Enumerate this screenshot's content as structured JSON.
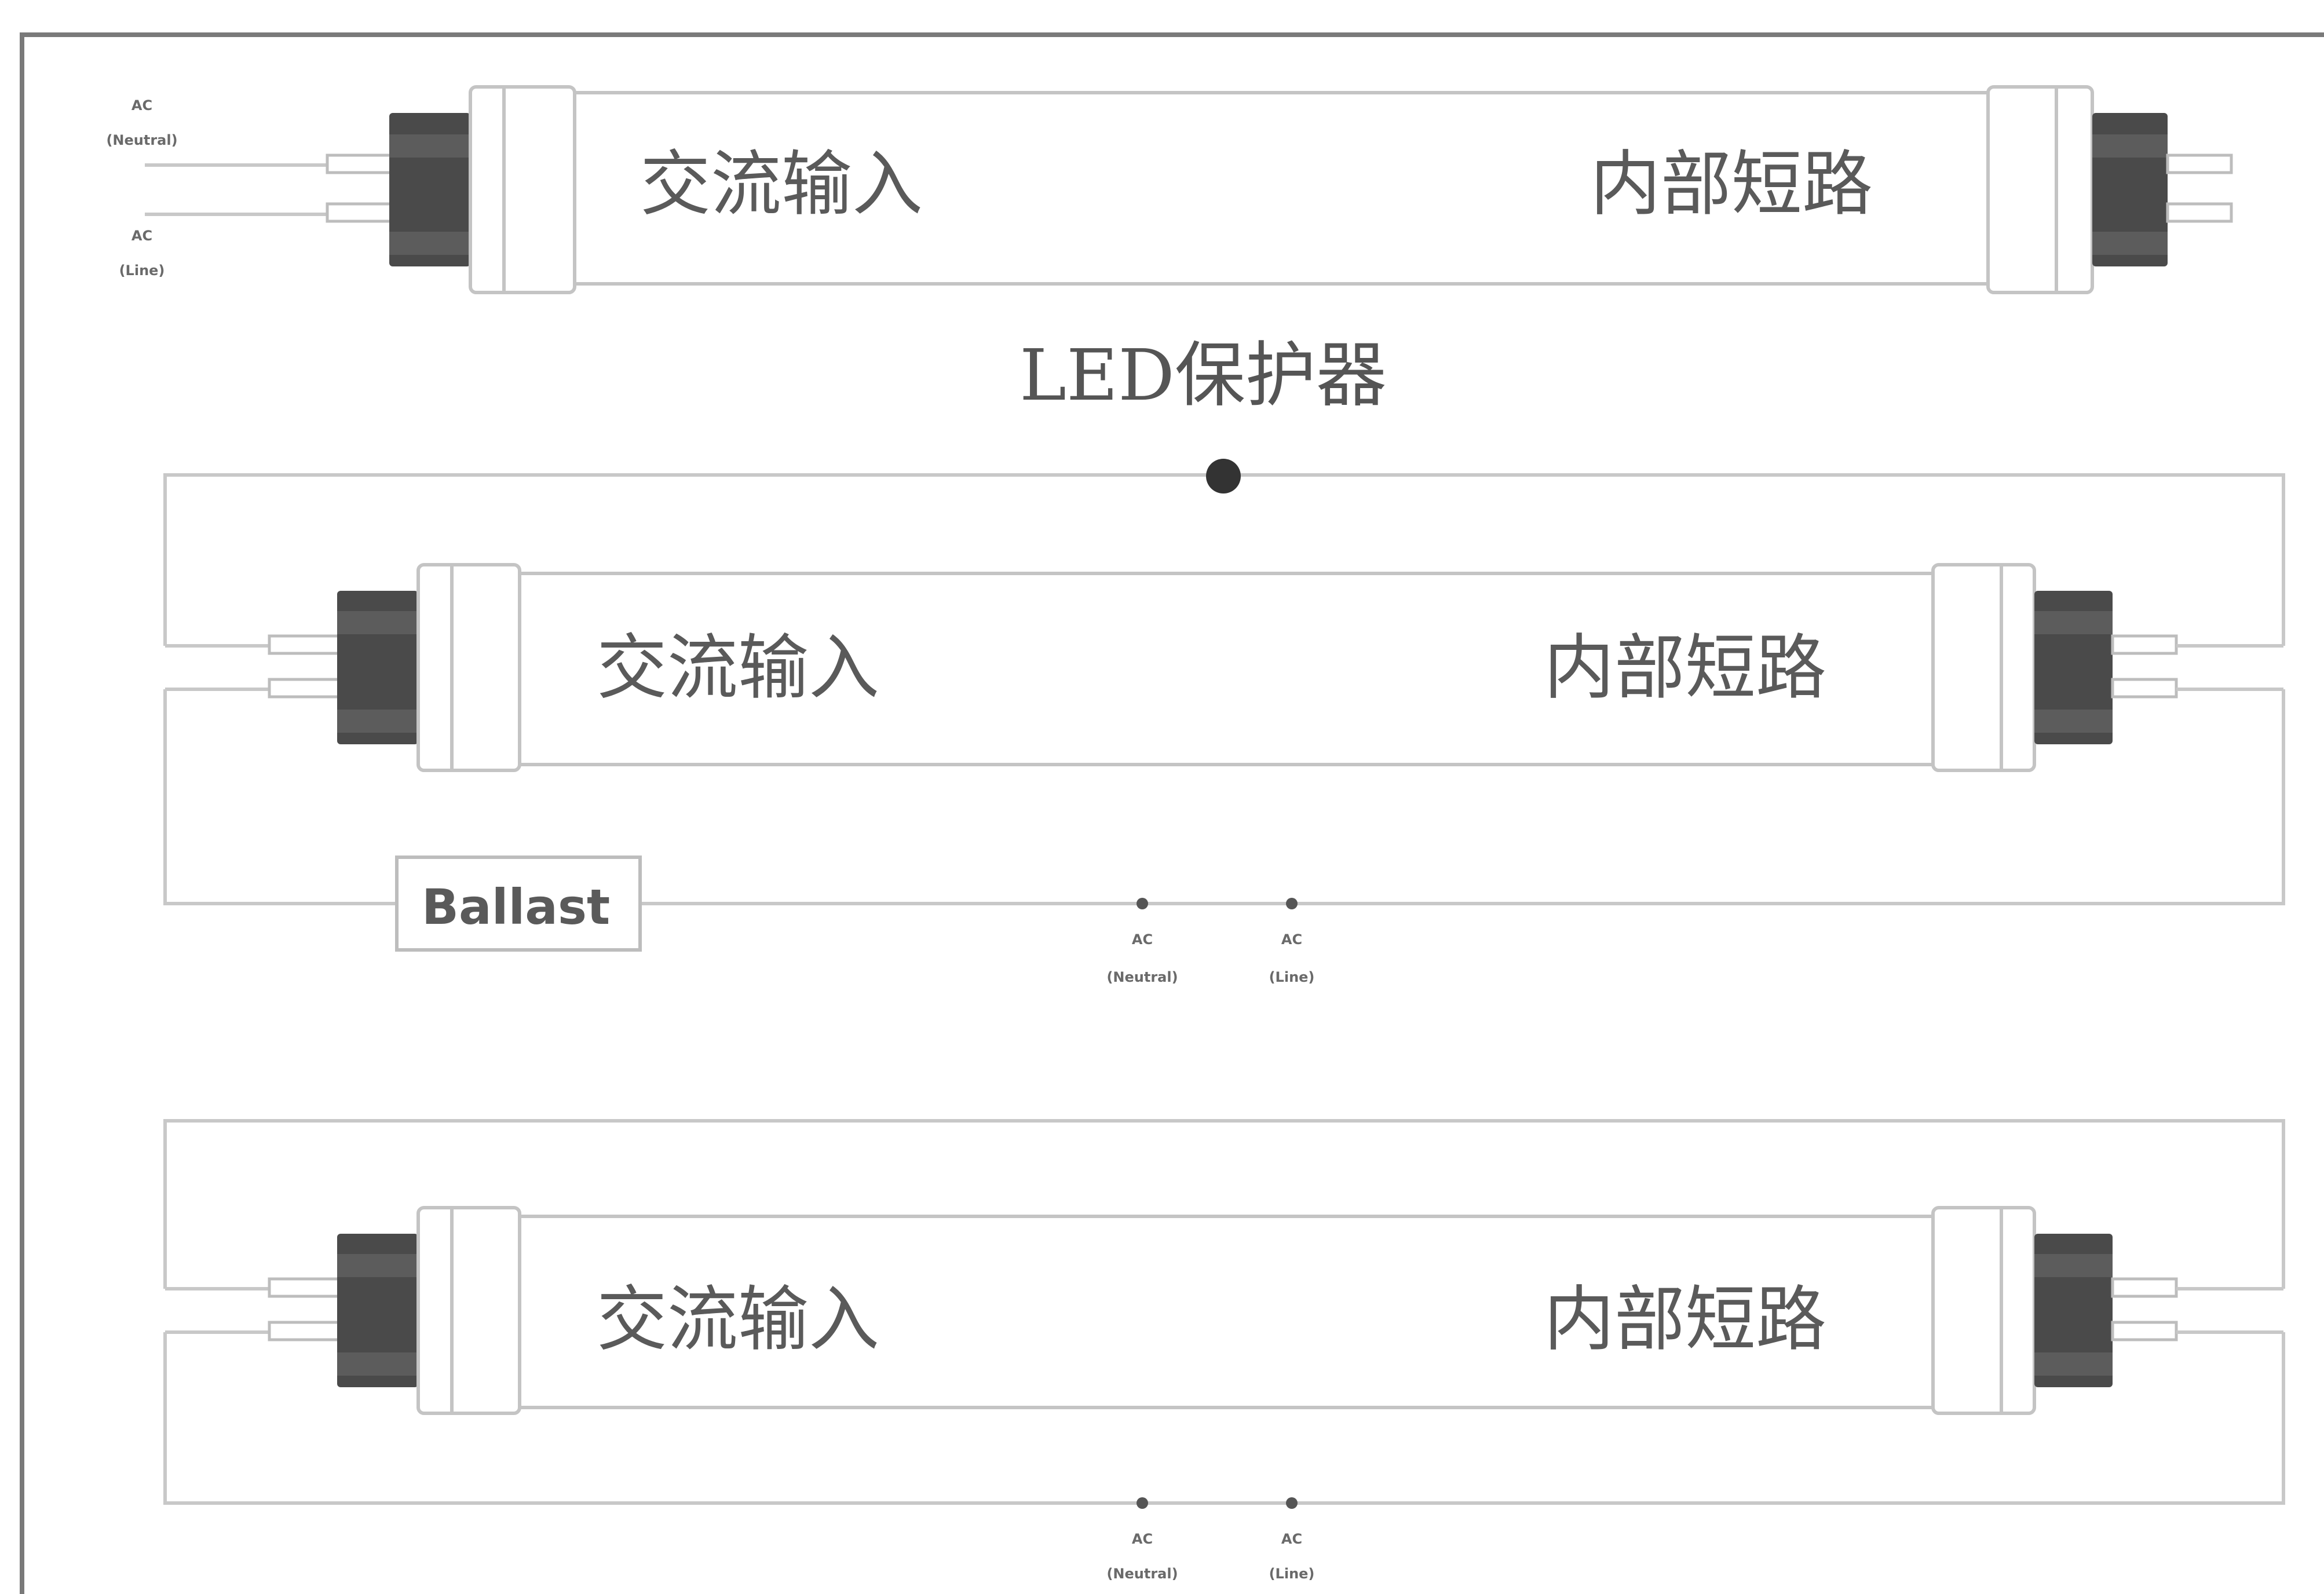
{
  "diagram_title": "LED保护器",
  "tubes": [
    {
      "left_label": "交流输入",
      "right_label": "内部短路"
    },
    {
      "left_label": "交流输入",
      "right_label": "内部短路"
    },
    {
      "left_label": "交流输入",
      "right_label": "内部短路"
    }
  ],
  "ballast_label": "Ballast",
  "terminals": {
    "neutral": {
      "line1": "AC",
      "line2": "(Neutral)"
    },
    "line": {
      "line1": "AC",
      "line2": "(Line)"
    }
  },
  "colors": {
    "frame": "#7a7a7a",
    "wire": "#c8c8c8",
    "tube_outline": "#c4c4c4",
    "end_cap": "#444444",
    "junction_dot": "#333333"
  }
}
